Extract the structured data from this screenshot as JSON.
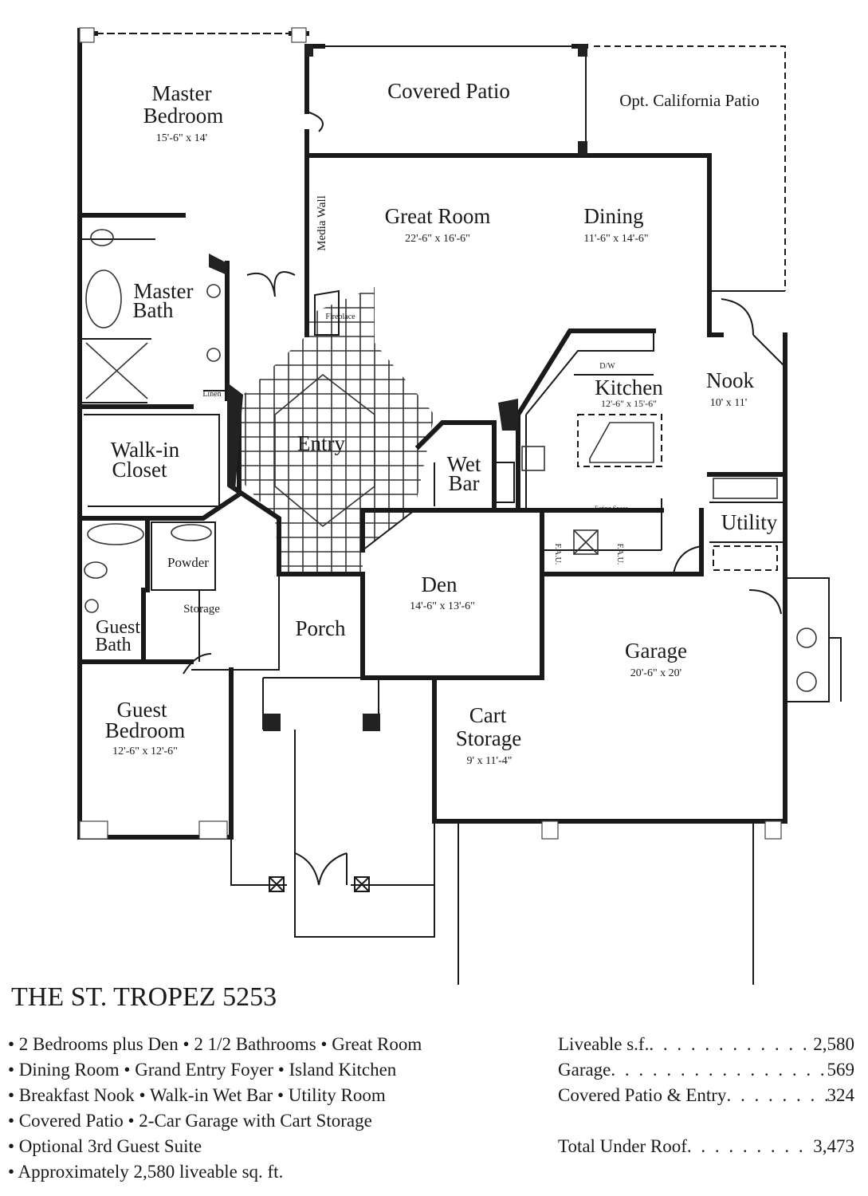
{
  "plan": {
    "name": "THE ST. TROPEZ 5253",
    "rooms": {
      "master_bedroom": {
        "name_1": "Master",
        "name_2": "Bedroom",
        "size": "15'-6\" x 14'"
      },
      "covered_patio": {
        "name": "Covered Patio"
      },
      "california_patio": {
        "name": "Opt. California Patio"
      },
      "great_room": {
        "name": "Great Room",
        "size": "22'-6\" x 16'-6\""
      },
      "dining": {
        "name": "Dining",
        "size": "11'-6\" x 14'-6\""
      },
      "media_wall": {
        "name": "Media Wall"
      },
      "fireplace": {
        "name": "Fireplace"
      },
      "master_bath": {
        "name_1": "Master",
        "name_2": "Bath"
      },
      "linen": {
        "name": "Linen"
      },
      "walk_in_closet": {
        "name_1": "Walk-in",
        "name_2": "Closet"
      },
      "entry": {
        "name": "Entry"
      },
      "wet_bar": {
        "name_1": "Wet",
        "name_2": "Bar"
      },
      "kitchen": {
        "name": "Kitchen",
        "size": "12'-6\" x 15'-6\"",
        "dw": "D/W",
        "eating": "Eating Space"
      },
      "nook": {
        "name": "Nook",
        "size": "10' x 11'"
      },
      "utility": {
        "name": "Utility"
      },
      "powder": {
        "name": "Powder"
      },
      "storage": {
        "name": "Storage"
      },
      "guest_bath": {
        "name_1": "Guest",
        "name_2": "Bath"
      },
      "porch": {
        "name": "Porch"
      },
      "den": {
        "name": "Den",
        "size": "14'-6\" x 13'-6\""
      },
      "fau": {
        "name": "F.A.U."
      },
      "garage": {
        "name": "Garage",
        "size": "20'-6\" x 20'"
      },
      "guest_bedroom": {
        "name_1": "Guest",
        "name_2": "Bedroom",
        "size": "12'-6\" x 12'-6\""
      },
      "cart_storage": {
        "name_1": "Cart",
        "name_2": "Storage",
        "size": "9' x 11'-4\""
      }
    }
  },
  "features": [
    "• 2 Bedrooms plus Den • 2 1/2 Bathrooms • Great Room",
    "• Dining Room • Grand Entry Foyer • Island Kitchen",
    "• Breakfast Nook • Walk-in Wet Bar • Utility Room",
    "• Covered Patio • 2-Car Garage with Cart Storage",
    "• Optional 3rd Guest Suite",
    "• Approximately 2,580 liveable sq. ft."
  ],
  "stats": [
    {
      "label": "Liveable s.f.",
      "value": "2,580"
    },
    {
      "label": "Garage",
      "value": "569"
    },
    {
      "label": "Covered Patio & Entry",
      "value": "324"
    }
  ],
  "total": {
    "label": "Total Under Roof",
    "value": "3,473"
  }
}
